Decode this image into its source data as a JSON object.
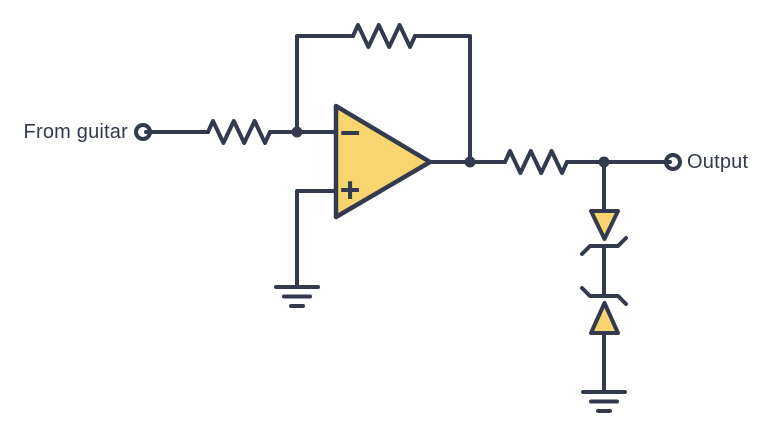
{
  "diagram": {
    "labels": {
      "input": "From guitar",
      "output": "Output"
    },
    "opamp": {
      "inverting_symbol": "−",
      "non_inverting_symbol": "+"
    },
    "colors": {
      "background": "#FFFFFF",
      "line": "#333A4D",
      "component_fill": "#F8D56F",
      "text": "#333A4D"
    },
    "components": [
      {
        "name": "input-terminal",
        "type": "open-terminal"
      },
      {
        "name": "input-resistor",
        "type": "resistor"
      },
      {
        "name": "inverting-input-node",
        "type": "junction-dot"
      },
      {
        "name": "feedback-resistor",
        "type": "resistor"
      },
      {
        "name": "opamp",
        "type": "op-amp"
      },
      {
        "name": "non-inverting-ground",
        "type": "ground"
      },
      {
        "name": "output-node",
        "type": "junction-dot"
      },
      {
        "name": "output-resistor",
        "type": "resistor"
      },
      {
        "name": "clipper-node",
        "type": "junction-dot"
      },
      {
        "name": "clipping-diode-top",
        "type": "zener-diode-pointing-down"
      },
      {
        "name": "clipping-diode-bottom",
        "type": "zener-diode-pointing-up"
      },
      {
        "name": "clipper-ground",
        "type": "ground"
      },
      {
        "name": "output-terminal",
        "type": "open-terminal"
      }
    ]
  }
}
